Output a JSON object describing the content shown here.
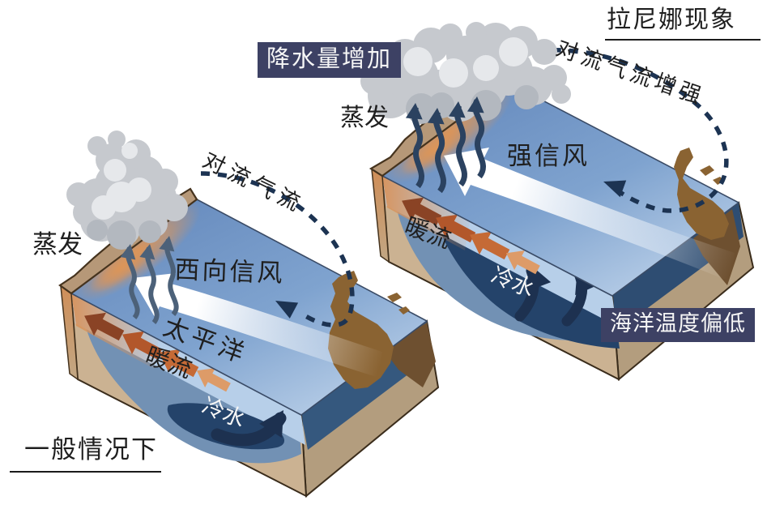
{
  "diagrams": {
    "normal": {
      "caption": "一般情况下",
      "labels": {
        "evaporation": "蒸发",
        "convection": "对流气流",
        "trade_wind": "西向信风",
        "ocean": "太平洋",
        "warm_current": "暖流",
        "cold_water": "冷水"
      }
    },
    "lanina": {
      "title": "拉尼娜现象",
      "labels": {
        "precipitation": "降水量增加",
        "evaporation": "蒸发",
        "convection": "对流气流增强",
        "trade_wind": "强信风",
        "warm_current": "暖流",
        "cold_water": "冷水",
        "sea_temperature": "海洋温度偏低"
      }
    }
  },
  "colors": {
    "label_box_navy": "#3d4164",
    "dashed_flow_navy": "#1c3352",
    "cold_water_navy": "#1d3150",
    "warm_current_dark": "#8a4325",
    "warm_current_light": "#dd9b68",
    "ocean_surface_blue": "#7fa3cf",
    "warm_layer_blue": "#b7cfe9",
    "deep_water_blue": "#24436a",
    "seafloor_tan": "#cbb292",
    "land_brown": "#8a6332",
    "coast_warm_orange": "#dd9557",
    "cloud_grey": "#c6c9ce",
    "text_black": "#1f1f1f",
    "label_white": "#f6f6f6"
  },
  "icons": {
    "cloud-icon": "puffy cumulus cloud (grey circles)",
    "evaporation-arrows-icon": "wavy arrows rising from coast into cloud",
    "convection-dashed-arrow-icon": "dashed navy loop with left-pointing arrowhead",
    "trade-wind-arrow-icon": "large white sweeping arrow over ocean surface",
    "warm-current-arrow-icon": "orange block arrows pointing west in warm layer",
    "cold-upwelling-arrow-icon": "dark navy curved arrows rising from deep water",
    "landmass-americas-icon": "brown land silhouette at east edge of ocean"
  }
}
